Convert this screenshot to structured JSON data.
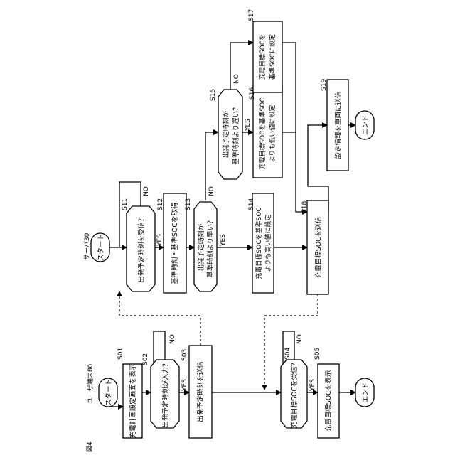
{
  "figure_label": "図4",
  "user_terminal": {
    "title": "ユーザ端末80",
    "start": "スタート",
    "s01": {
      "id": "S01",
      "text": "充電計画設定画面を表示"
    },
    "s02": {
      "id": "S02",
      "text": "出発予定時刻が入力？"
    },
    "s03": {
      "id": "S03",
      "text": "出発予定時刻を送信"
    },
    "s04": {
      "id": "S04",
      "text": "充電目標SOCを受信？"
    },
    "s05": {
      "id": "S05",
      "text": "充電目標SOCを表示"
    },
    "end": "エンド"
  },
  "server": {
    "title": "サーバ30",
    "start": "スタート",
    "s11": {
      "id": "S11",
      "text": "出発予定時刻を受信？"
    },
    "s12": {
      "id": "S12",
      "text": "基準時刻・基準SOCを取得"
    },
    "s13": {
      "id": "S13",
      "line1": "出発予定時刻が",
      "line2": "基準時刻より早い？"
    },
    "s14": {
      "id": "S14",
      "line1": "充電目標SOCを基準SOC",
      "line2": "よりも高い値に設定"
    },
    "s15": {
      "id": "S15",
      "line1": "出発予定時刻が",
      "line2": "基準時刻より遅い？"
    },
    "s16": {
      "id": "S16",
      "line1": "充電目標SOCを基準SOC",
      "line2": "よりも低い値に設定"
    },
    "s17": {
      "id": "S17",
      "line1": "充電目標SOCを",
      "line2": "基準SOCに設定"
    },
    "s18": {
      "id": "S18",
      "text": "充電目標SOCを送信"
    },
    "s19": {
      "id": "S19",
      "text": "設定情報を車両に送信"
    },
    "end": "エンド"
  },
  "branch_labels": {
    "yes": "YES",
    "no": "NO"
  }
}
